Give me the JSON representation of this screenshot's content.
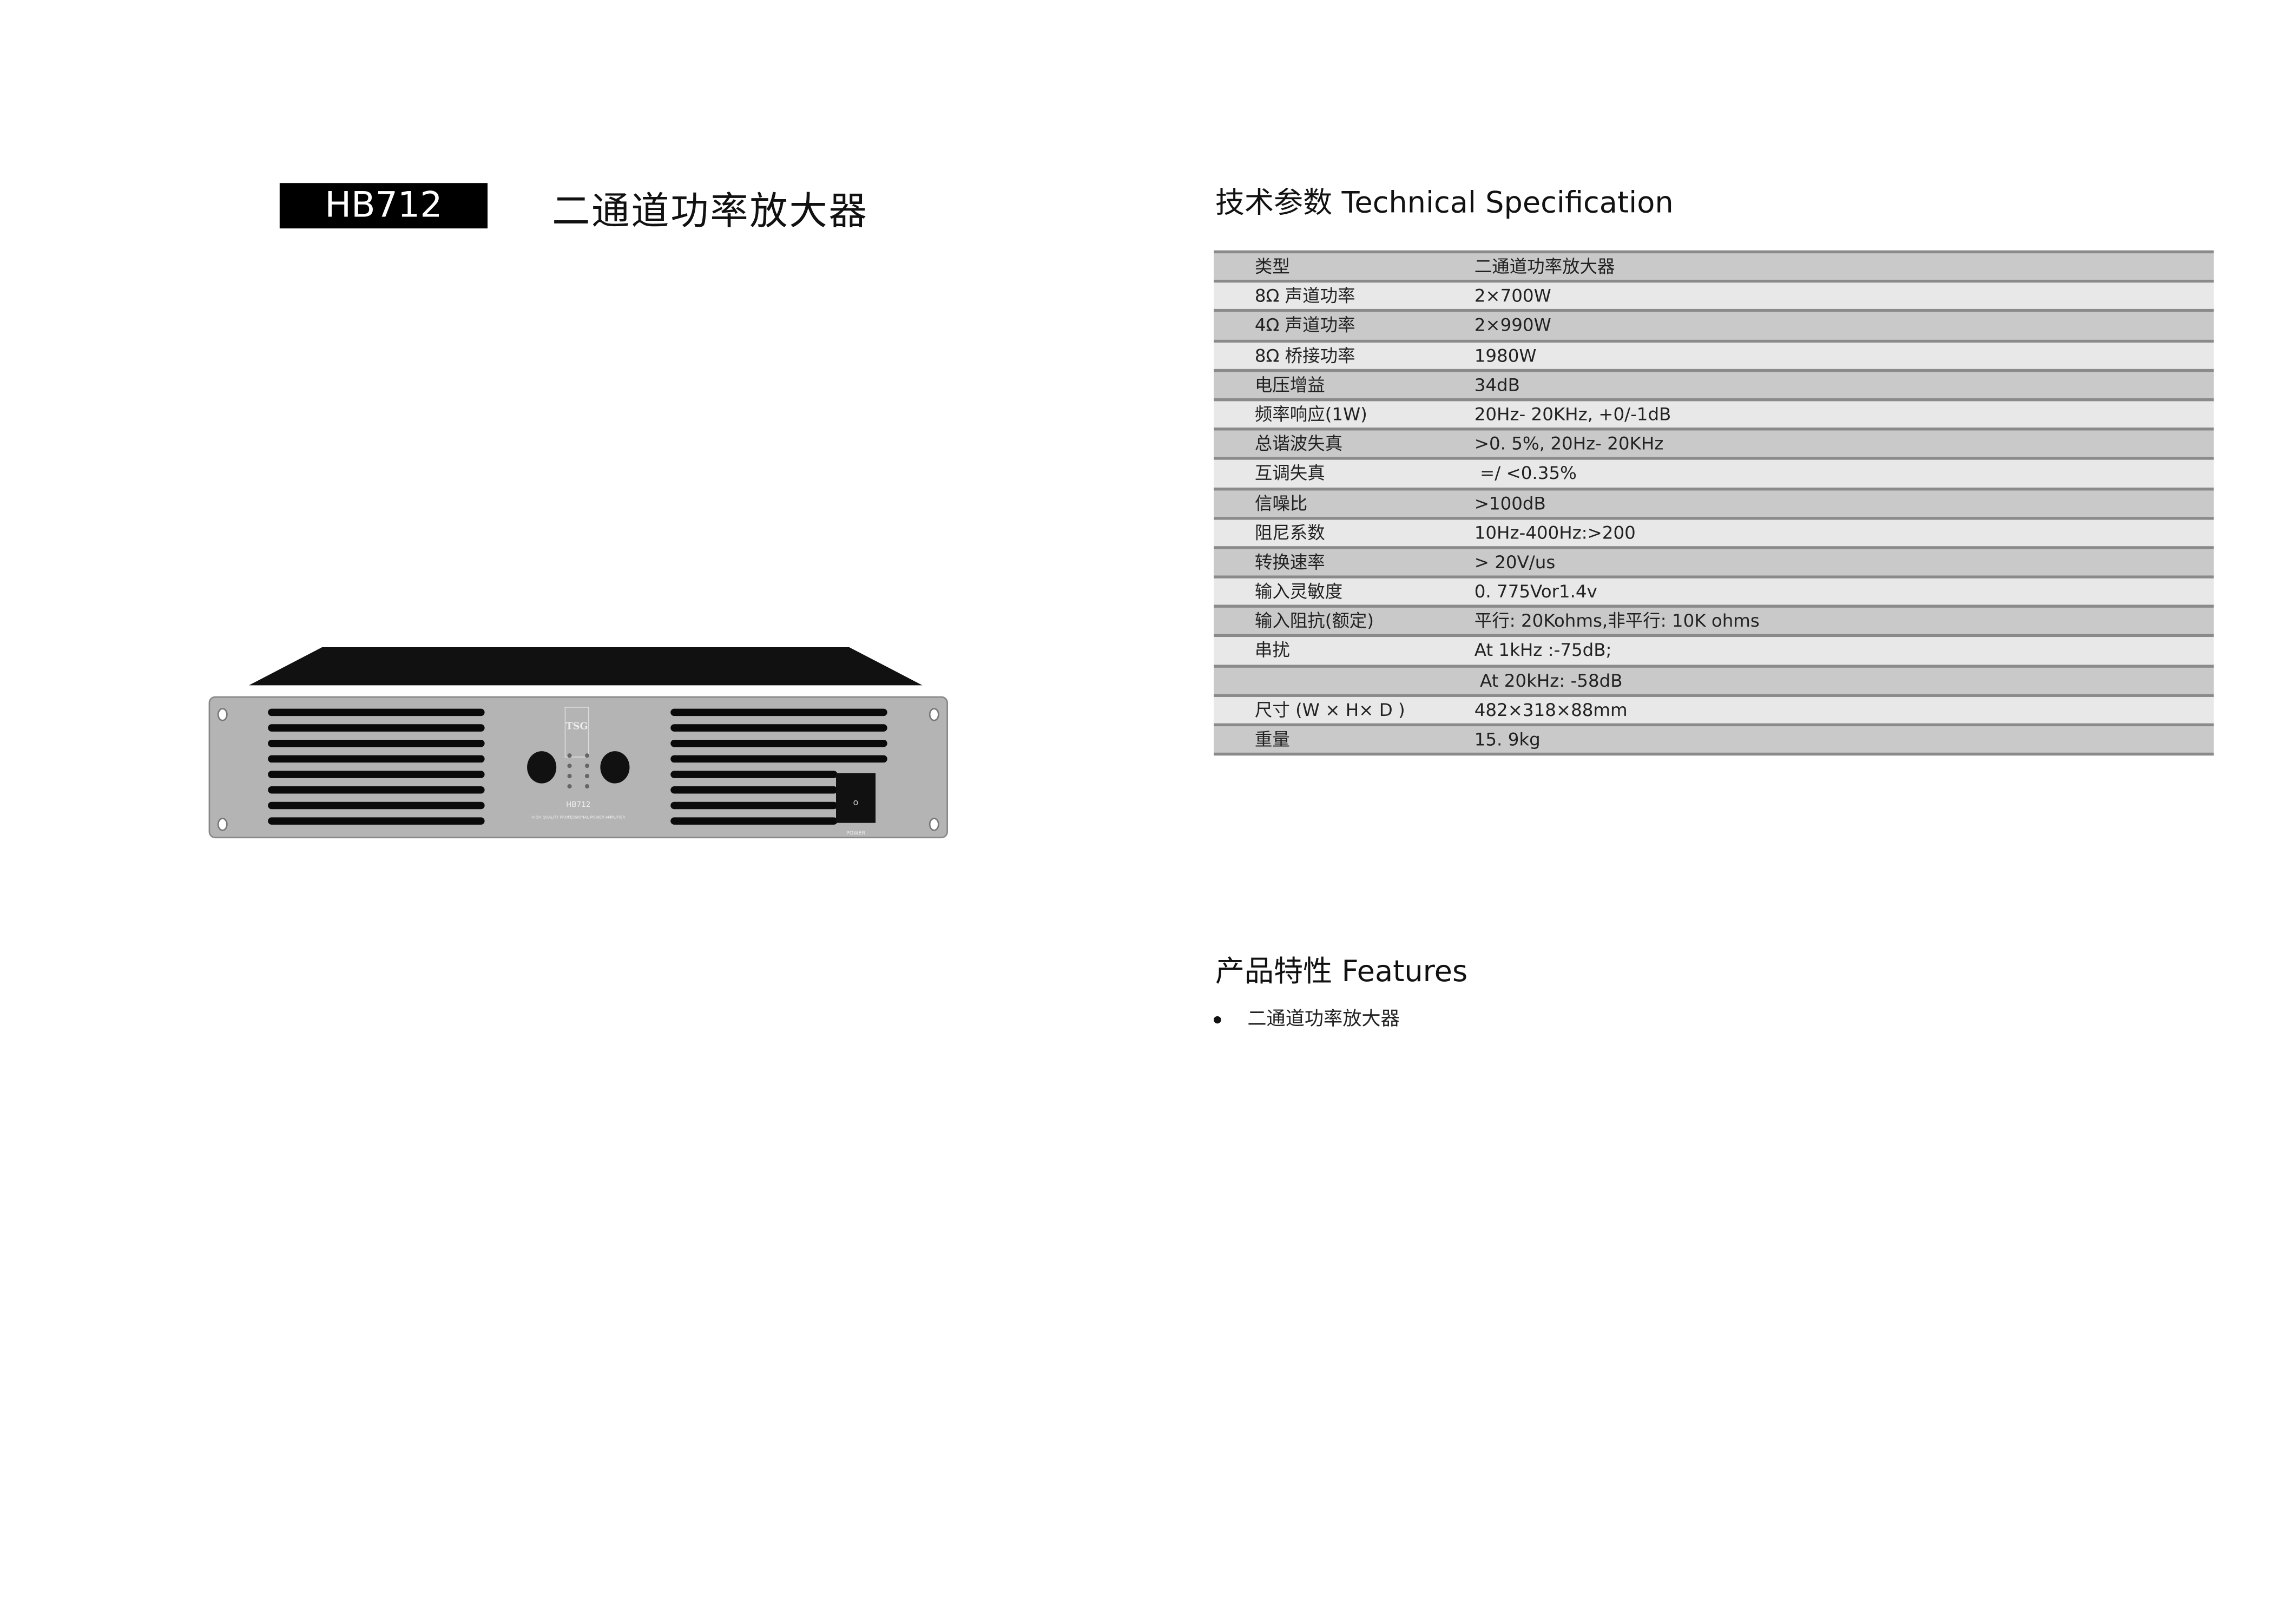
{
  "header": {
    "model": "HB712",
    "title": "二通道功率放大器"
  },
  "specs": {
    "heading": "技术参数  Technical Specification",
    "rows": [
      {
        "k": "类型",
        "v": "二通道功率放大器"
      },
      {
        "k": "8Ω 声道功率",
        "v": "2×700W"
      },
      {
        "k": "4Ω 声道功率",
        "v": "2×990W"
      },
      {
        "k": "8Ω 桥接功率",
        "v": "1980W"
      },
      {
        "k": "电压增益",
        "v": "34dB"
      },
      {
        "k": "频率响应(1W)",
        "v": "20Hz- 20KHz, +0/-1dB"
      },
      {
        "k": "总谐波失真",
        "v": ">0. 5%, 20Hz- 20KHz"
      },
      {
        "k": "互调失真",
        "v": " =/ <0.35%"
      },
      {
        "k": "信噪比",
        "v": ">100dB"
      },
      {
        "k": "阻尼系数",
        "v": "10Hz-400Hz:>200"
      },
      {
        "k": "转换速率",
        "v": "> 20V/us"
      },
      {
        "k": "输入灵敏度",
        "v": "0. 775Vor1.4v"
      },
      {
        "k": "输入阻抗(额定)",
        "v": "平行: 20Kohms,非平行: 10K ohms"
      },
      {
        "k": "串扰",
        "v": "At 1kHz :-75dB;"
      },
      {
        "k": "",
        "v": " At 20kHz: -58dB"
      },
      {
        "k": "尺寸 (W ×  H× D )",
        "v": "482×318×88mm"
      },
      {
        "k": "重量",
        "v": "15. 9kg"
      }
    ]
  },
  "features": {
    "heading": "产品特性  Features",
    "items": [
      "二通道功率放大器"
    ]
  },
  "device_image": {
    "brand": "TSG",
    "model": "HB712",
    "subtitle": "HIGH QUALITY PROFESSIONAL POWER AMPLIFIER",
    "power_label": "POWER"
  }
}
